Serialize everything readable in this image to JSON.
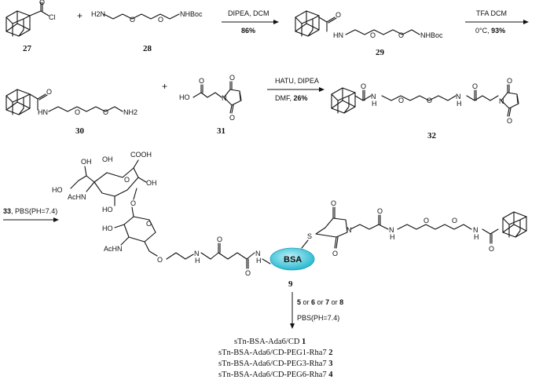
{
  "step1": {
    "reagent_a_label": "27",
    "reagent_b_label": "28",
    "product_label": "29",
    "conditions_above": "DIPEA, DCM",
    "conditions_below": "86%",
    "atoms": {
      "o": "O",
      "cl": "Cl",
      "h2n": "H2N",
      "nhboc": "NHBoc",
      "hn": "HN"
    }
  },
  "step2": {
    "conditions_above": "TFA DCM",
    "conditions_below_prefix": "0°C, ",
    "conditions_below_yield": "93%"
  },
  "step3": {
    "reagent_a_label": "30",
    "reagent_b_label": "31",
    "product_label": "32",
    "conditions_above": "HATU, DIPEA",
    "conditions_below_prefix": "DMF, ",
    "conditions_below_yield": "26%",
    "atoms": {
      "nh2": "NH2",
      "ho": "HO",
      "n": "N",
      "h": "H"
    }
  },
  "step4": {
    "reagent_label": "33",
    "conditions": ", PBS(PH=7.4)",
    "product_label": "9",
    "protein": "BSA",
    "atoms": {
      "oh": "OH",
      "ho": "HO",
      "cooh": "COOH",
      "achn": "AcHN",
      "o": "O",
      "s": "S",
      "n": "N",
      "h": "H"
    }
  },
  "step5": {
    "reagents": [
      {
        "label": "5",
        "sep": " or "
      },
      {
        "label": "6",
        "sep": " or "
      },
      {
        "label": "7",
        "sep": " or "
      },
      {
        "label": "8",
        "sep": ""
      }
    ],
    "conditions": "PBS(PH=7.4)"
  },
  "products": [
    {
      "name": "sTn-BSA-Ada6/CD",
      "label": "1"
    },
    {
      "name": "sTn-BSA-Ada6/CD-PEG1-Rha7",
      "label": "2"
    },
    {
      "name": "sTn-BSA-Ada6/CD-PEG3-Rha7",
      "label": "3"
    },
    {
      "name": "sTn-BSA-Ada6/CD-PEG6-Rha7",
      "label": "4"
    }
  ]
}
